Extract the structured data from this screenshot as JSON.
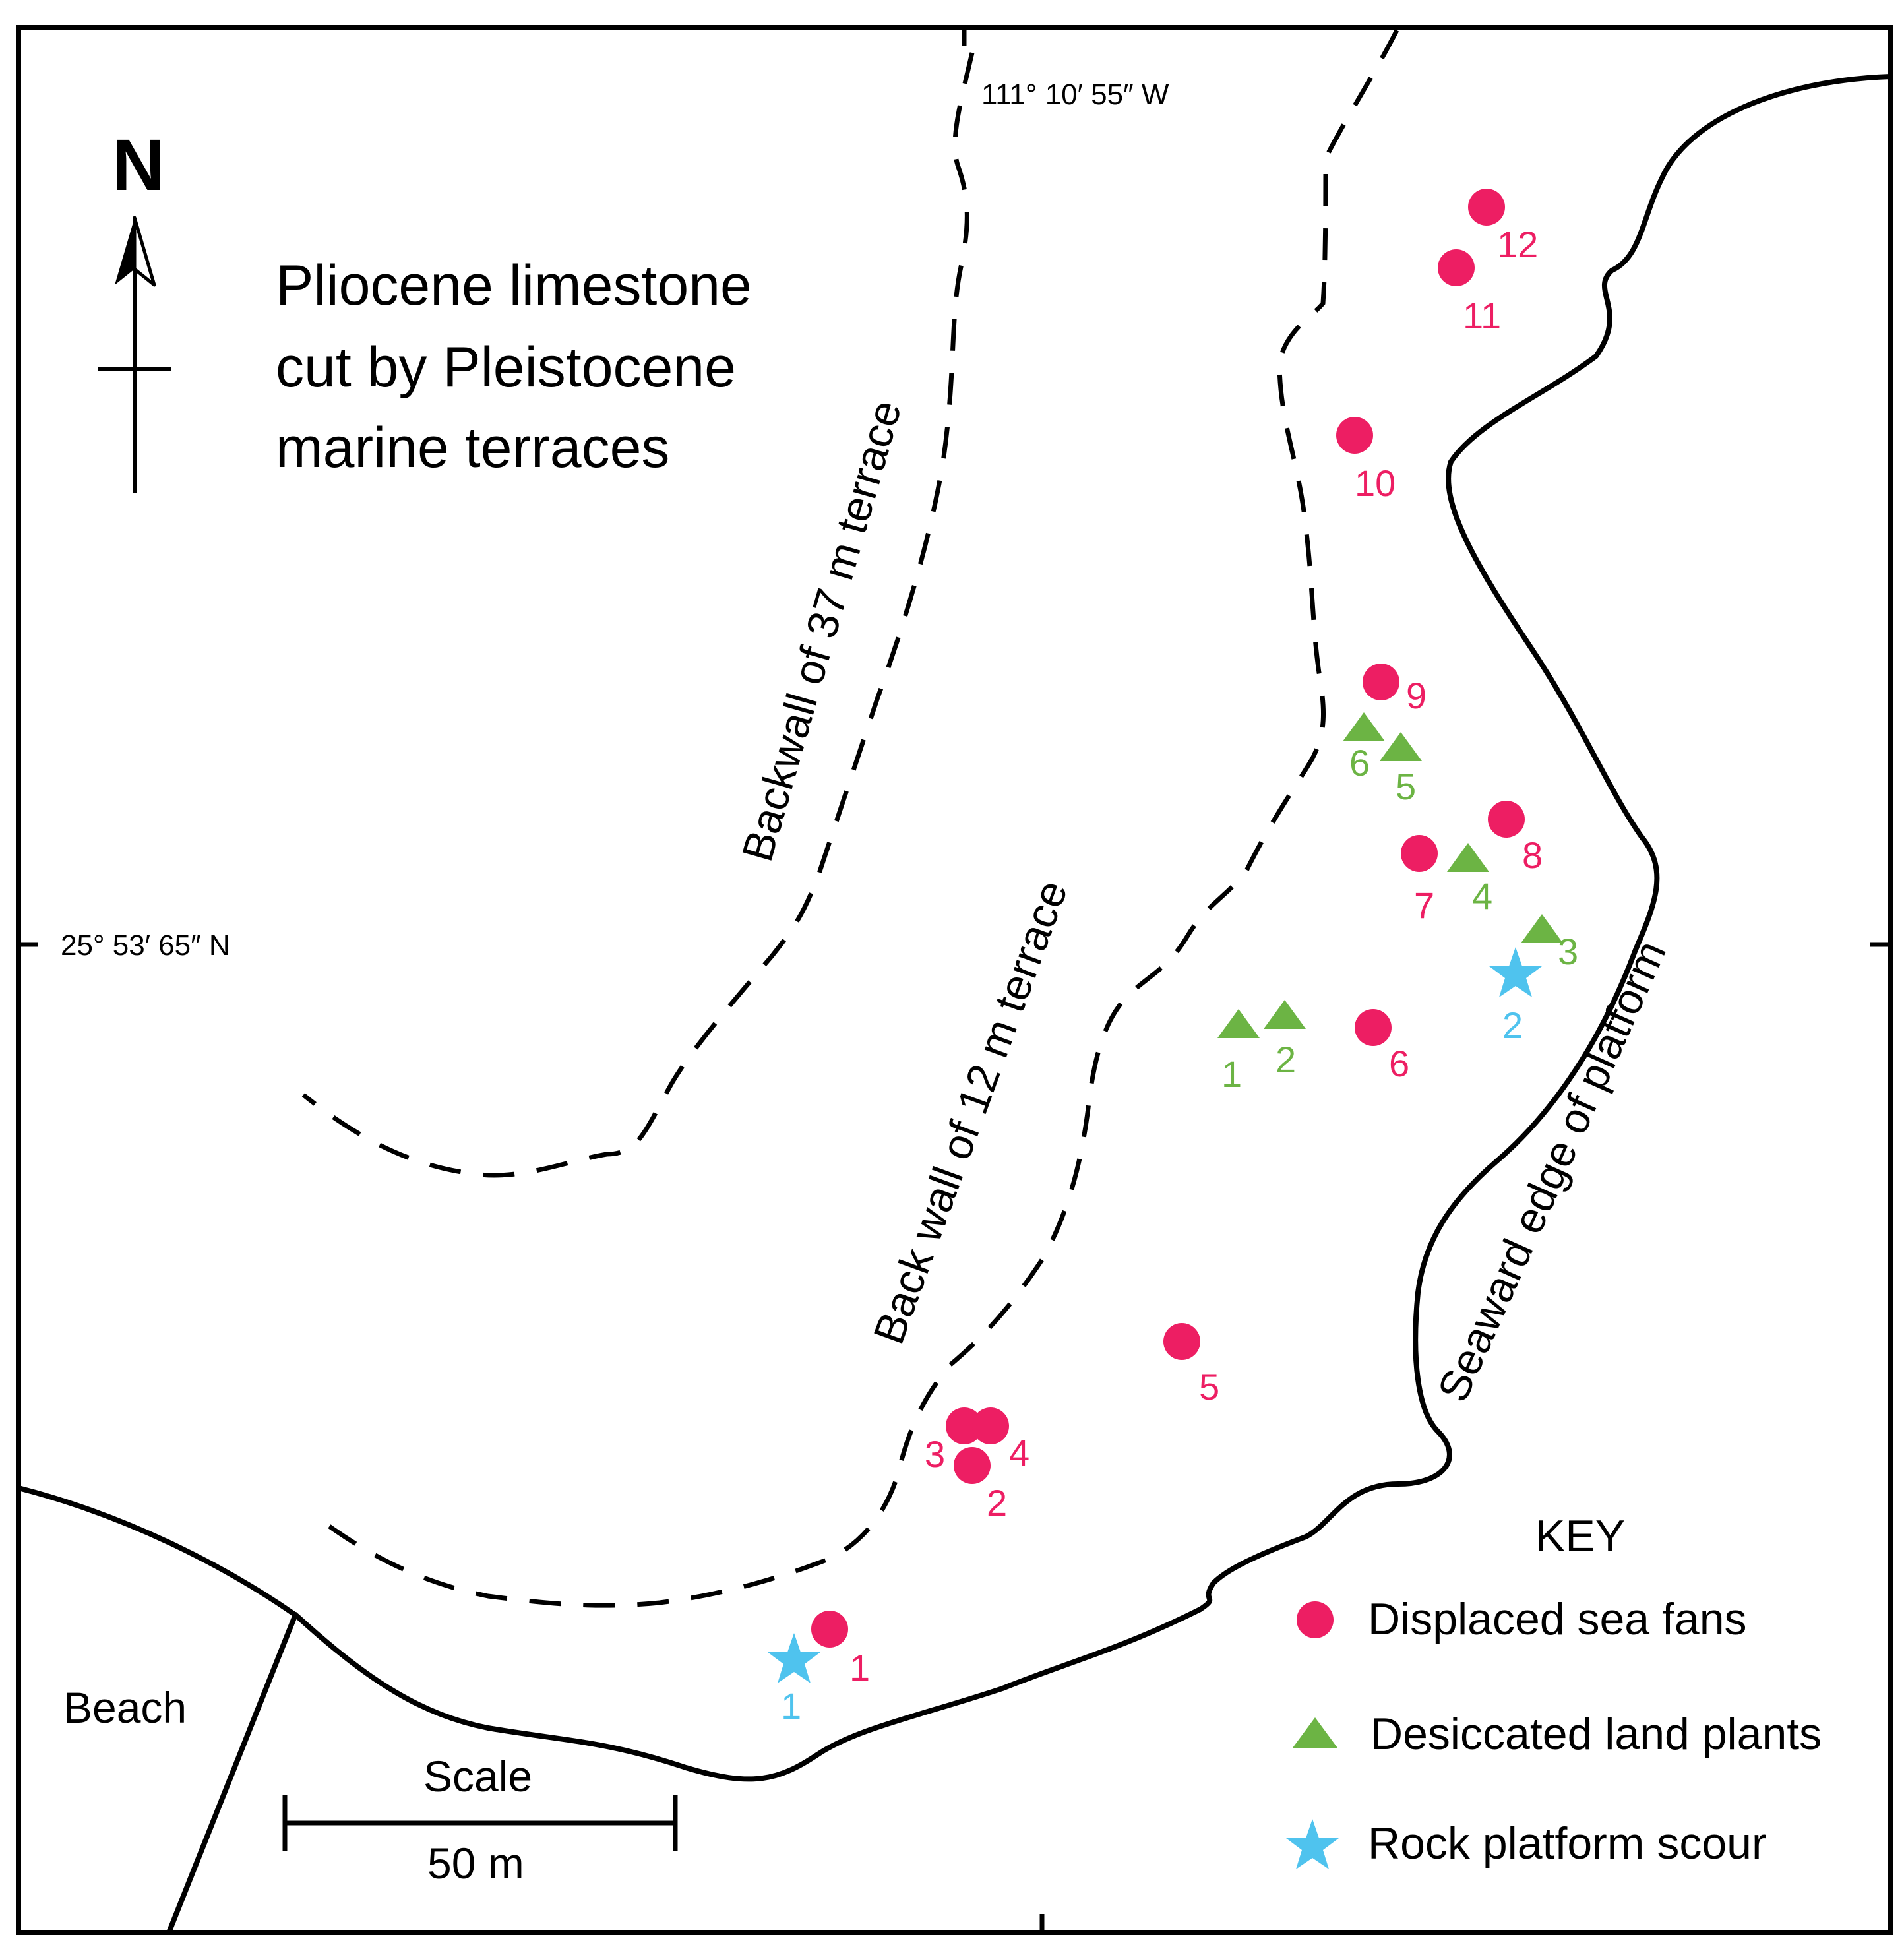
{
  "title_lines": [
    "Pliocene limestone",
    "cut by Pleistocene",
    "marine terraces"
  ],
  "longitude_label": "111° 10′ 55″ W",
  "latitude_label": "25° 53′ 65″ N",
  "north_label": "N",
  "backwall_37_label": "Backwall  of 37 m terrace",
  "backwall_12_label": "Back wall of 12 m terrace",
  "seaward_edge_label": "Seaward edge of platform",
  "beach_label": "Beach",
  "scale": {
    "title": "Scale",
    "value": "50 m"
  },
  "key": {
    "title": "KEY",
    "items": [
      {
        "label": "Displaced sea fans",
        "symbol": "circle",
        "color": "#ED1E63"
      },
      {
        "label": "Desiccated land plants",
        "symbol": "triangle",
        "color": "#6CB444"
      },
      {
        "label": "Rock platform scour",
        "symbol": "star",
        "color": "#4FC3EE"
      }
    ]
  },
  "colors": {
    "sea_fan": "#ED1E63",
    "land_plant": "#6CB444",
    "scour": "#4FC3EE",
    "line": "#000000"
  },
  "sea_fans": [
    "1",
    "2",
    "3",
    "4",
    "5",
    "6",
    "7",
    "8",
    "9",
    "10",
    "11",
    "12"
  ],
  "land_plants": [
    "1",
    "2",
    "3",
    "4",
    "5",
    "6"
  ],
  "scour_sites": [
    "1",
    "2"
  ]
}
